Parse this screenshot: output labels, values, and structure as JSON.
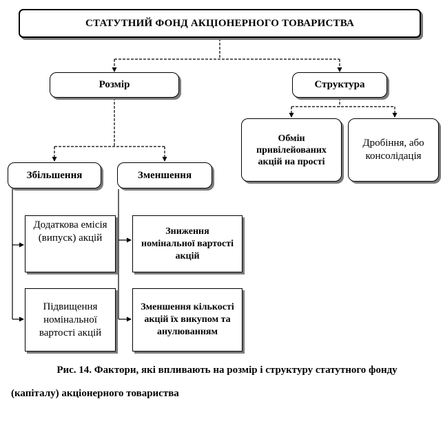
{
  "diagram": {
    "title": "СТАТУТНИЙ ФОНД АКЦІОНЕРНОГО ТОВАРИСТВА",
    "size": "Розмір",
    "structure": "Структура",
    "exchange": "Обмін привілейованих акцій на прості",
    "split": "Дробіння, або консолідація",
    "increase": "Збільшення",
    "decrease": "Зменшення",
    "additional_issue": "Додаткова емісія (випуск) акцій",
    "raise_nominal": "Підвищення номінальної вартості акцій",
    "lower_nominal": "Зниження номінальної вартості акцій",
    "reduce_count": "Зменшення кількості акцій їх викупом та анулюванням"
  },
  "caption": {
    "line1": "Рис. 14. Фактори, які впливають на розмір і структуру статутного фонду",
    "line2": "(капіталу)  акціонерного товариства"
  }
}
